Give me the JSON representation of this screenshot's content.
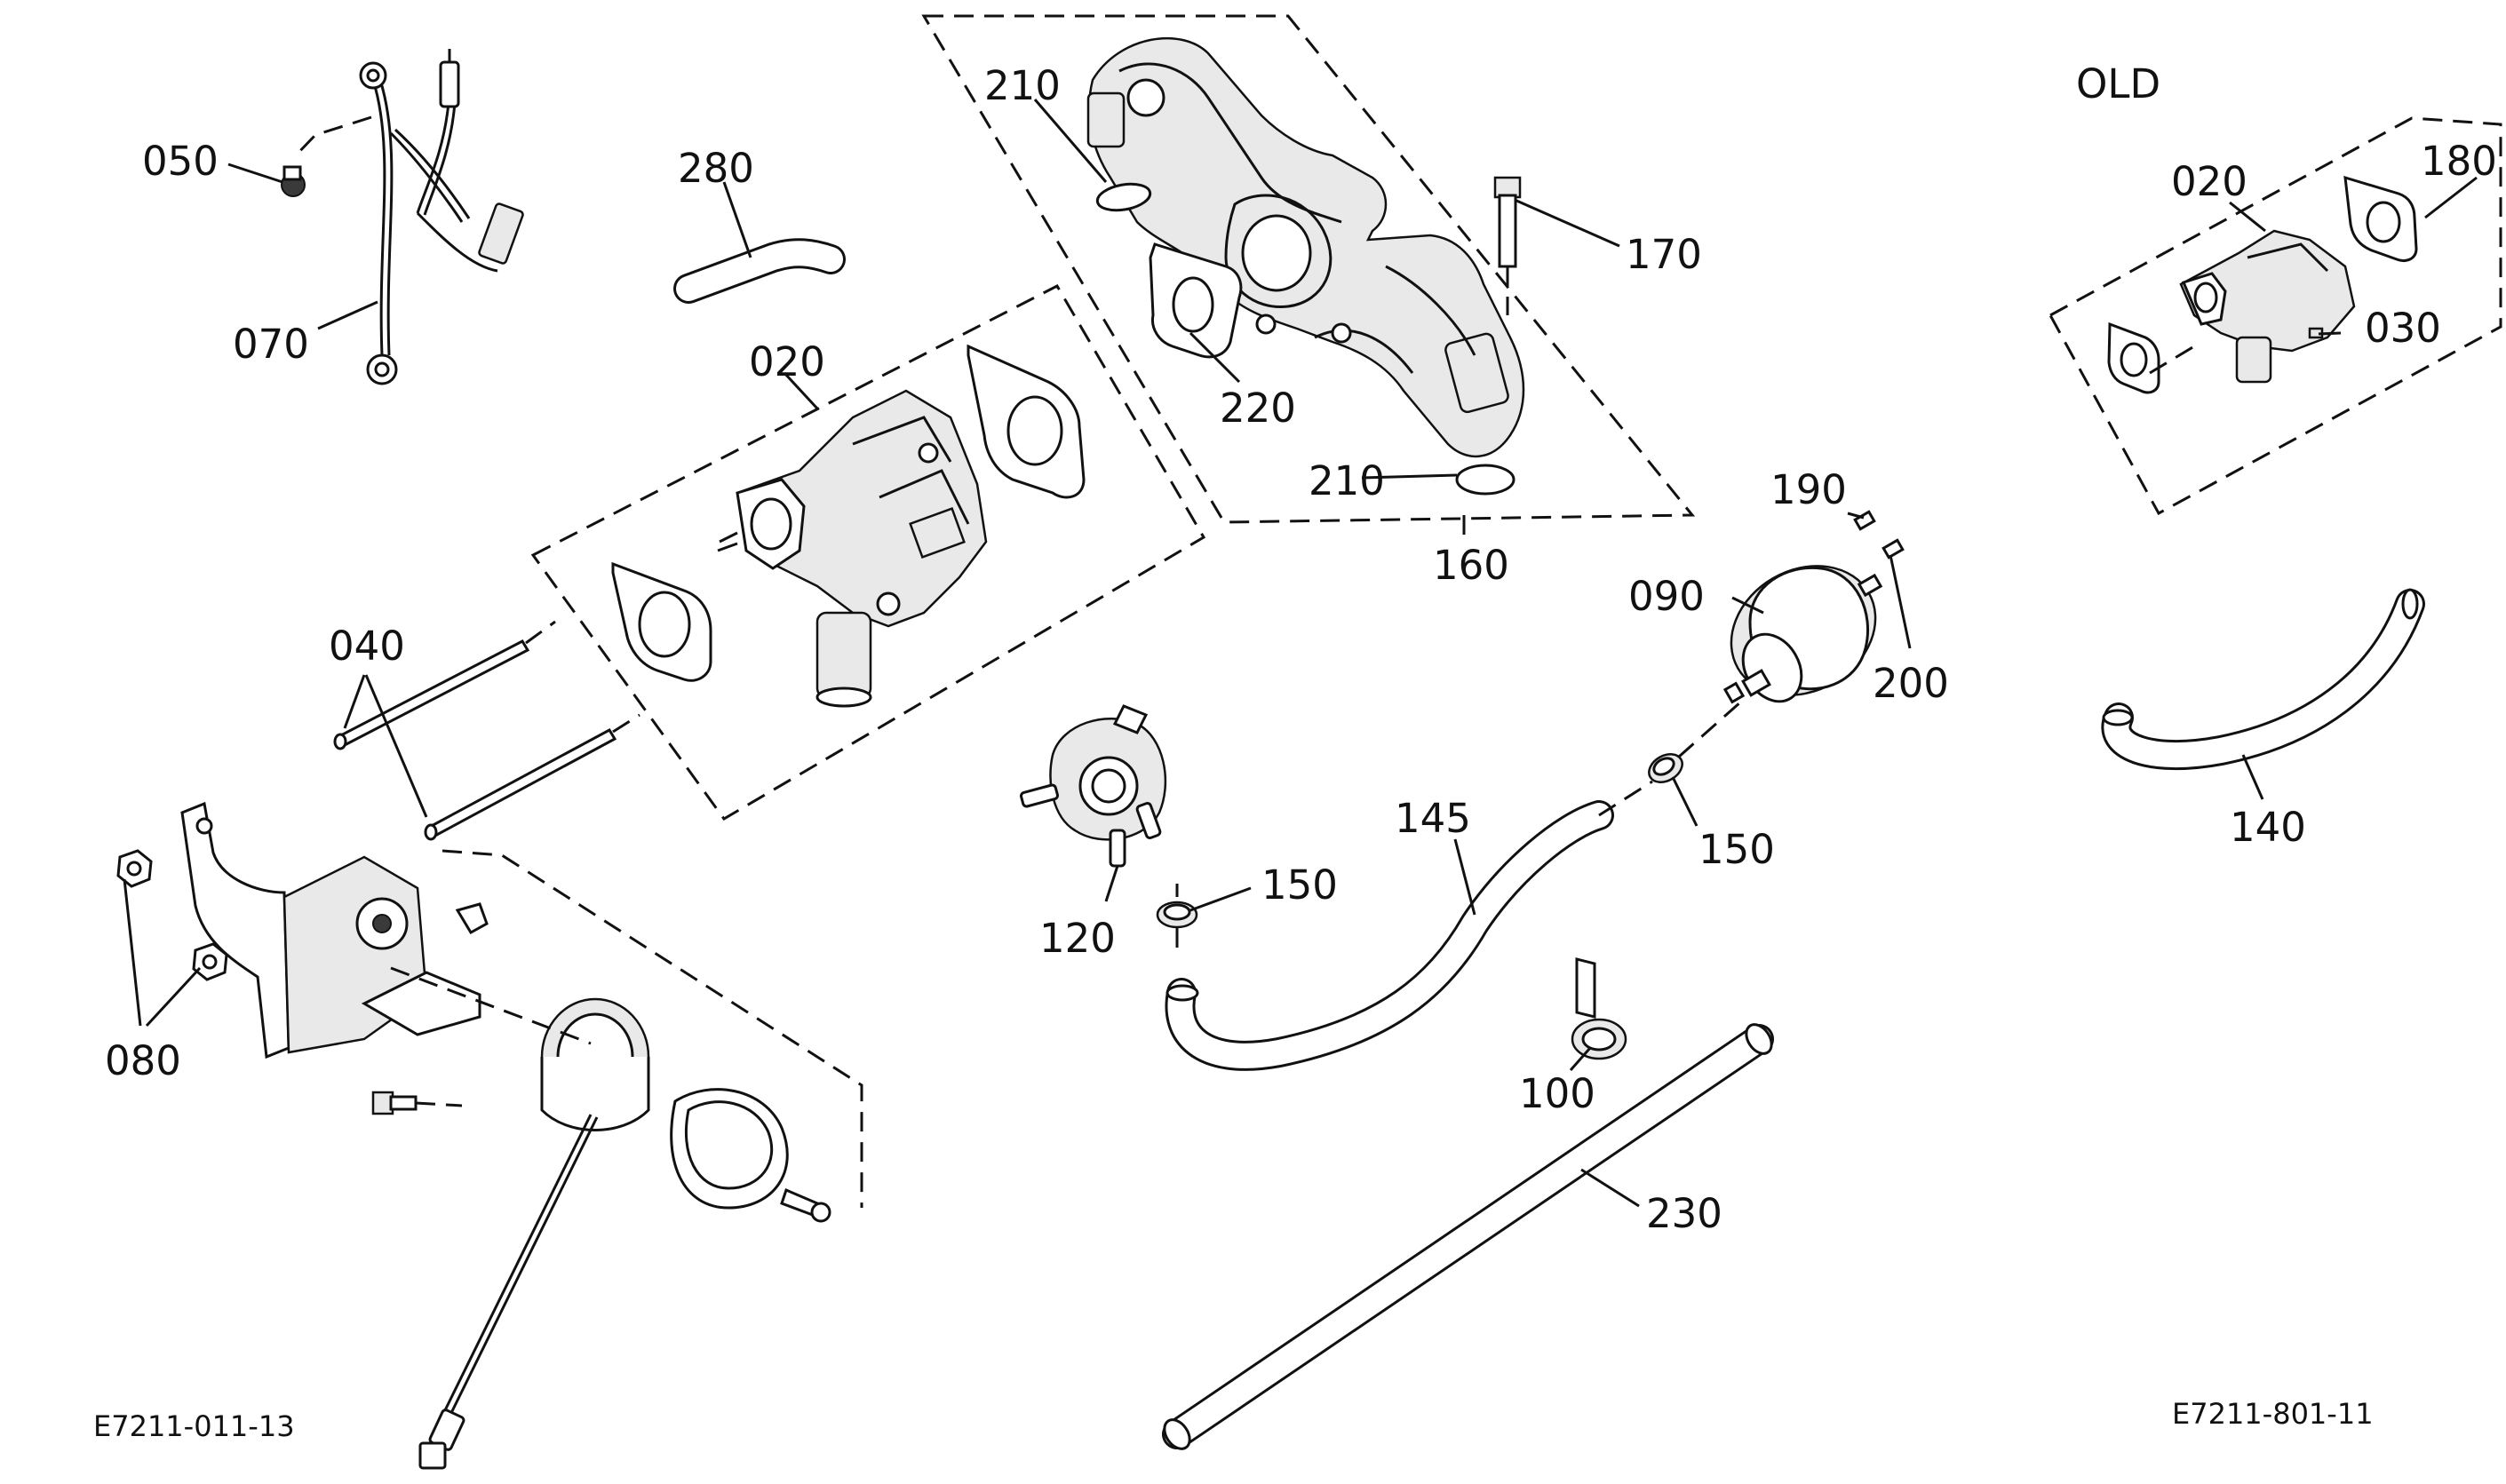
{
  "labels": {
    "old": "OLD",
    "p050": "050",
    "p070": "070",
    "p280": "280",
    "p210a": "210",
    "p210b": "210",
    "p220": "220",
    "p170": "170",
    "p160": "160",
    "p020": "020",
    "p020_old": "020",
    "p180": "180",
    "p030": "030",
    "p040": "040",
    "p080": "080",
    "p190": "190",
    "p090": "090",
    "p200": "200",
    "p145": "145",
    "p150a": "150",
    "p150b": "150",
    "p120": "120",
    "p140": "140",
    "p100": "100",
    "p230": "230"
  },
  "codes": {
    "left": "E7211-011-13",
    "right": "E7211-801-11"
  },
  "icons": {
    "ground_wire": "ground-wire-icon",
    "carburetor": "carburetor-icon",
    "intake_manifold": "intake-manifold-icon",
    "fuel_filter": "fuel-filter-icon",
    "fuel_pump": "fuel-pump-icon",
    "bracket": "throttle-bracket-icon",
    "fuel_hose": "fuel-hose-icon"
  }
}
